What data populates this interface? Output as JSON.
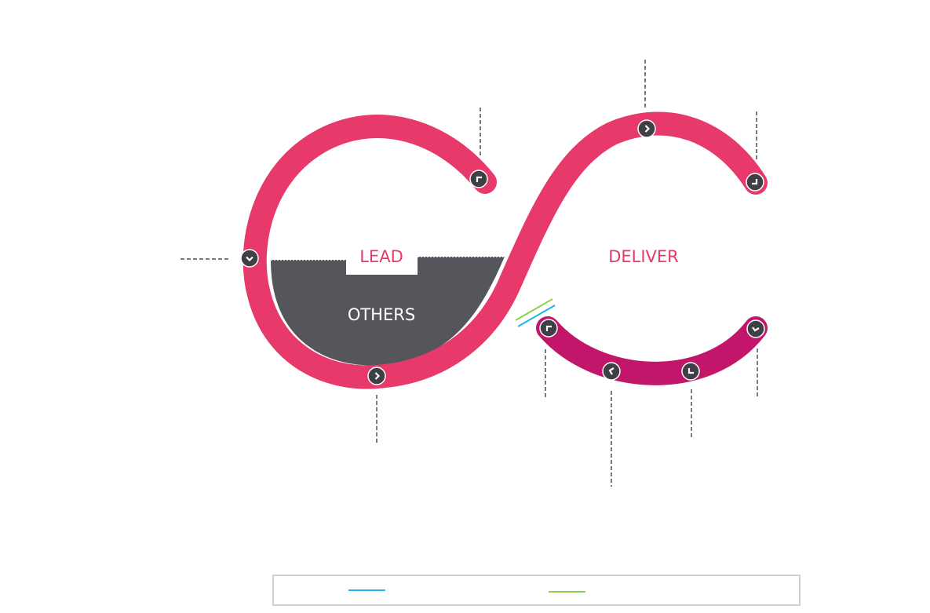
{
  "diagram": {
    "labels": {
      "lead": "LEAD",
      "others": "OTHERS",
      "deliver": "DELIVER"
    },
    "colors": {
      "main_curve": "#e8396b",
      "lower_arc": "#c2166a",
      "fill_others": "#55565c",
      "marker": "#3f4046",
      "marker_stroke": "#ffffff",
      "dashed_line": "#7a7b82",
      "legend_blue": "#1fb5e8",
      "legend_green": "#8ed14b",
      "label_pink": "#e8396b",
      "label_white": "#ffffff"
    },
    "markers": [
      {
        "id": "left-arc-top-end",
        "icon": "chevron-upleft",
        "segment": "lead-arc"
      },
      {
        "id": "left-arc-left",
        "icon": "chevron-down",
        "segment": "lead-arc"
      },
      {
        "id": "left-arc-bottom",
        "icon": "chevron-right",
        "segment": "lead-arc"
      },
      {
        "id": "right-arc-top",
        "icon": "chevron-right",
        "segment": "deliver-arc"
      },
      {
        "id": "right-arc-end",
        "icon": "chevron-downright",
        "segment": "deliver-arc"
      },
      {
        "id": "lower-arc-left-end",
        "icon": "chevron-upleft",
        "segment": "lower-arc"
      },
      {
        "id": "lower-arc-mid-left",
        "icon": "chevron-left",
        "segment": "lower-arc"
      },
      {
        "id": "lower-arc-mid-right",
        "icon": "chevron-downleft",
        "segment": "lower-arc"
      },
      {
        "id": "lower-arc-right-end",
        "icon": "chevron-down",
        "segment": "lower-arc"
      }
    ],
    "legend": {
      "items": [
        {
          "color_key": "legend_blue",
          "label": ""
        },
        {
          "color_key": "legend_green",
          "label": ""
        }
      ]
    }
  }
}
